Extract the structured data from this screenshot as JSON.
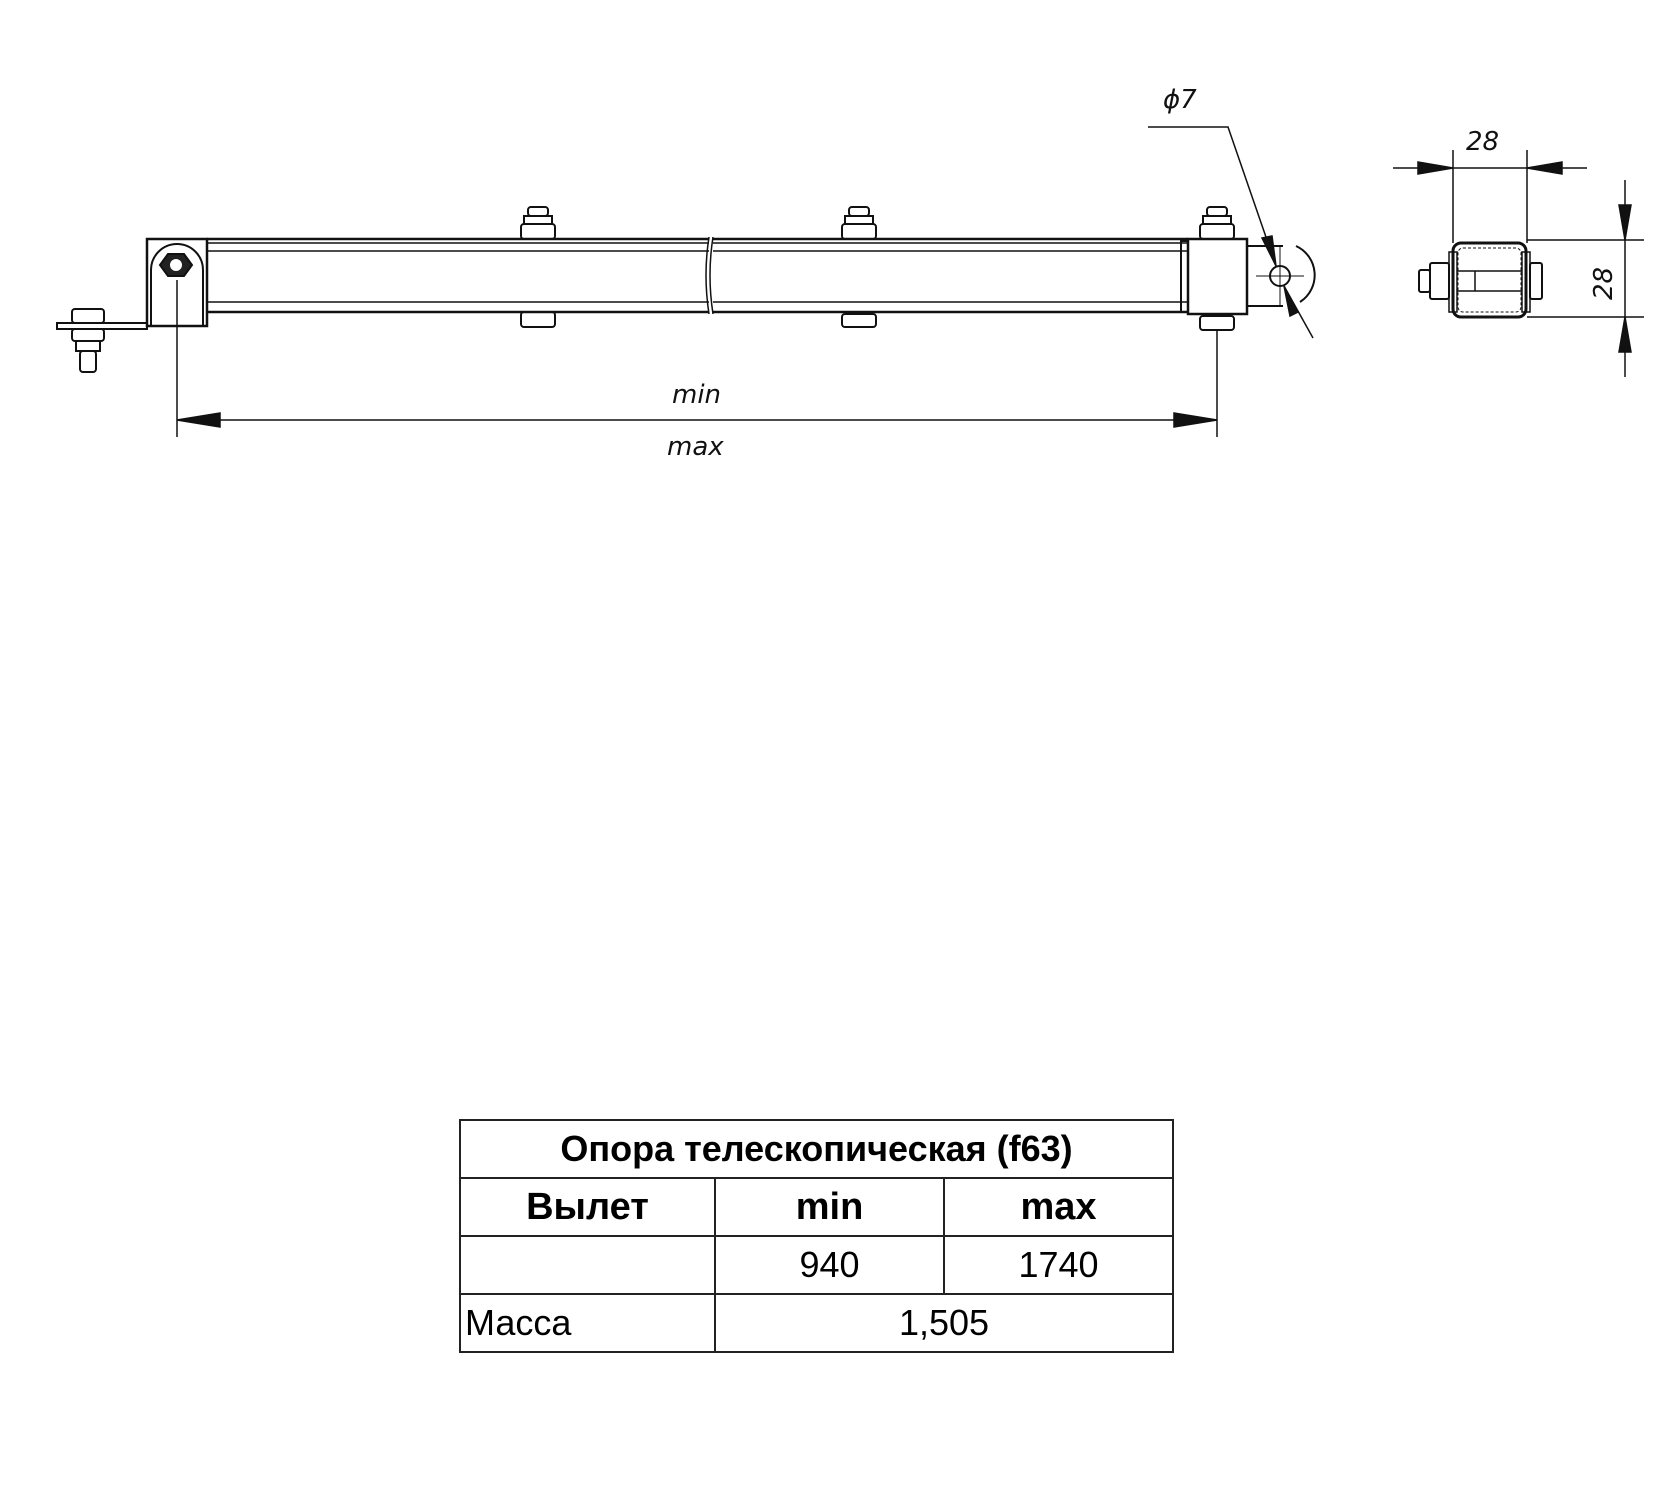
{
  "drawing": {
    "min_label": "min",
    "max_label": "max",
    "hole_dim": "ϕ7",
    "section_width_dim": "28",
    "section_height_dim": "28"
  },
  "table": {
    "title": "Опора телескопическая (f63)",
    "header": {
      "col1": "Вылет",
      "col2": "min",
      "col3": "max"
    },
    "values_row": {
      "col1": "",
      "min": "940",
      "max": "1740"
    },
    "mass_row": {
      "label": "Масса",
      "value": "1,505"
    }
  }
}
